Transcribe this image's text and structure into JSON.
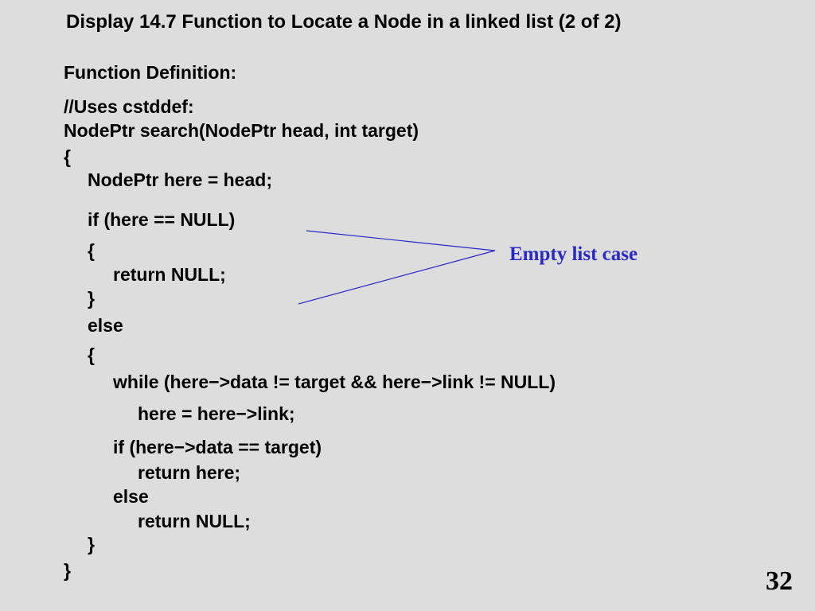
{
  "slide": {
    "title": "Display 14.7 Function to Locate a Node in a linked list (2 of 2)",
    "section_heading": "Function Definition:",
    "code": [
      "//Uses cstddef:",
      "NodePtr search(NodePtr head, int target)",
      "{",
      "NodePtr here = head;",
      "if (here == NULL)",
      "{",
      "return NULL;",
      "}",
      "else",
      "{",
      "while (here−>data != target && here−>link != NULL)",
      "here = here−>link;",
      "if (here−>data == target)",
      "return here;",
      "else",
      "return NULL;",
      "}",
      "}"
    ],
    "annotation": "Empty list case",
    "annotation_color": "#2929c8",
    "page_number": "32"
  }
}
